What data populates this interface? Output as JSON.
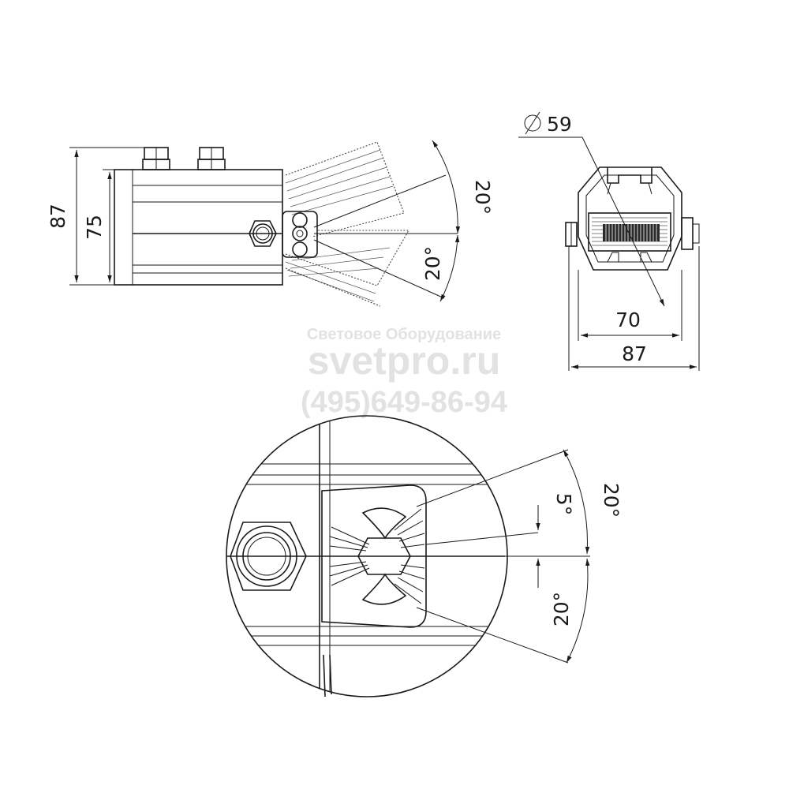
{
  "watermark": {
    "line1": "Световое Оборудование",
    "line2": "svetpro.ru",
    "line3": "(495)649-86-94"
  },
  "side_view": {
    "height_total": "87",
    "height_body": "75",
    "angle_up": "20°",
    "angle_down": "20°"
  },
  "end_view": {
    "diameter": "59",
    "width_inner": "70",
    "width_total": "87"
  },
  "detail_view": {
    "angle_up": "20°",
    "angle_step": "5°",
    "angle_down": "20°"
  },
  "icons": [
    "diameter-icon"
  ]
}
